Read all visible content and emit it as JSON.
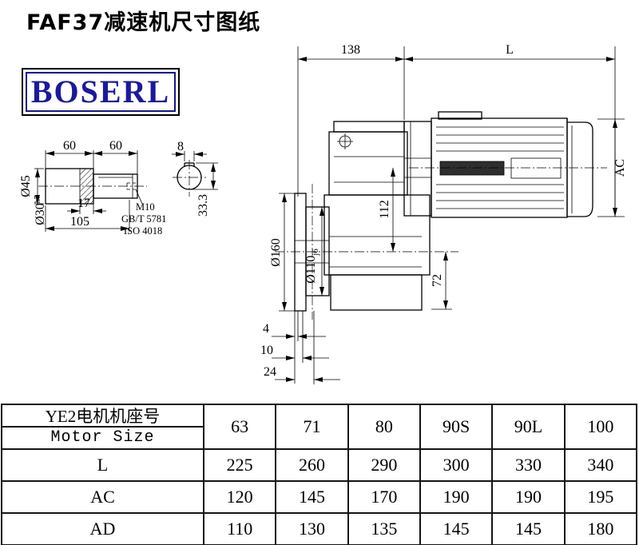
{
  "page": {
    "title": "FAF37减速机尺寸图纸"
  },
  "logo": {
    "text": "BOSERL"
  },
  "drawing": {
    "top": {
      "dim_138": "138",
      "dim_l": "L"
    },
    "right": {
      "dim_ac": "AC"
    },
    "reducer": {
      "dim_112": "112",
      "dim_72": "72",
      "dim_od": "Ø160",
      "dim_spigot_main": "Ø110",
      "dim_spigot_sub": "j6",
      "dim_4": "4",
      "dim_10": "10",
      "dim_24": "24"
    },
    "shaft": {
      "dim_60a": "60",
      "dim_60b": "60",
      "dim_17": "17",
      "dim_105": "105",
      "dia_45": "Ø45",
      "dia_30_main": "Ø30",
      "dia_30_sup": "h7",
      "note_thread": "M10",
      "note_std1": "GB/T 5781",
      "note_std2": "ISO 4018"
    },
    "keyway": {
      "dim_8": "8",
      "dim_333": "33.3"
    }
  },
  "table": {
    "header": {
      "line1": "YE2电机机座号",
      "line2": "Motor Size",
      "sizes": [
        "63",
        "71",
        "80",
        "90S",
        "90L",
        "100"
      ]
    },
    "rows": [
      {
        "label": "L",
        "values": [
          "225",
          "260",
          "290",
          "300",
          "330",
          "340"
        ]
      },
      {
        "label": "AC",
        "values": [
          "120",
          "145",
          "170",
          "190",
          "190",
          "195"
        ]
      },
      {
        "label": "AD",
        "values": [
          "110",
          "130",
          "135",
          "145",
          "145",
          "180"
        ]
      }
    ]
  }
}
